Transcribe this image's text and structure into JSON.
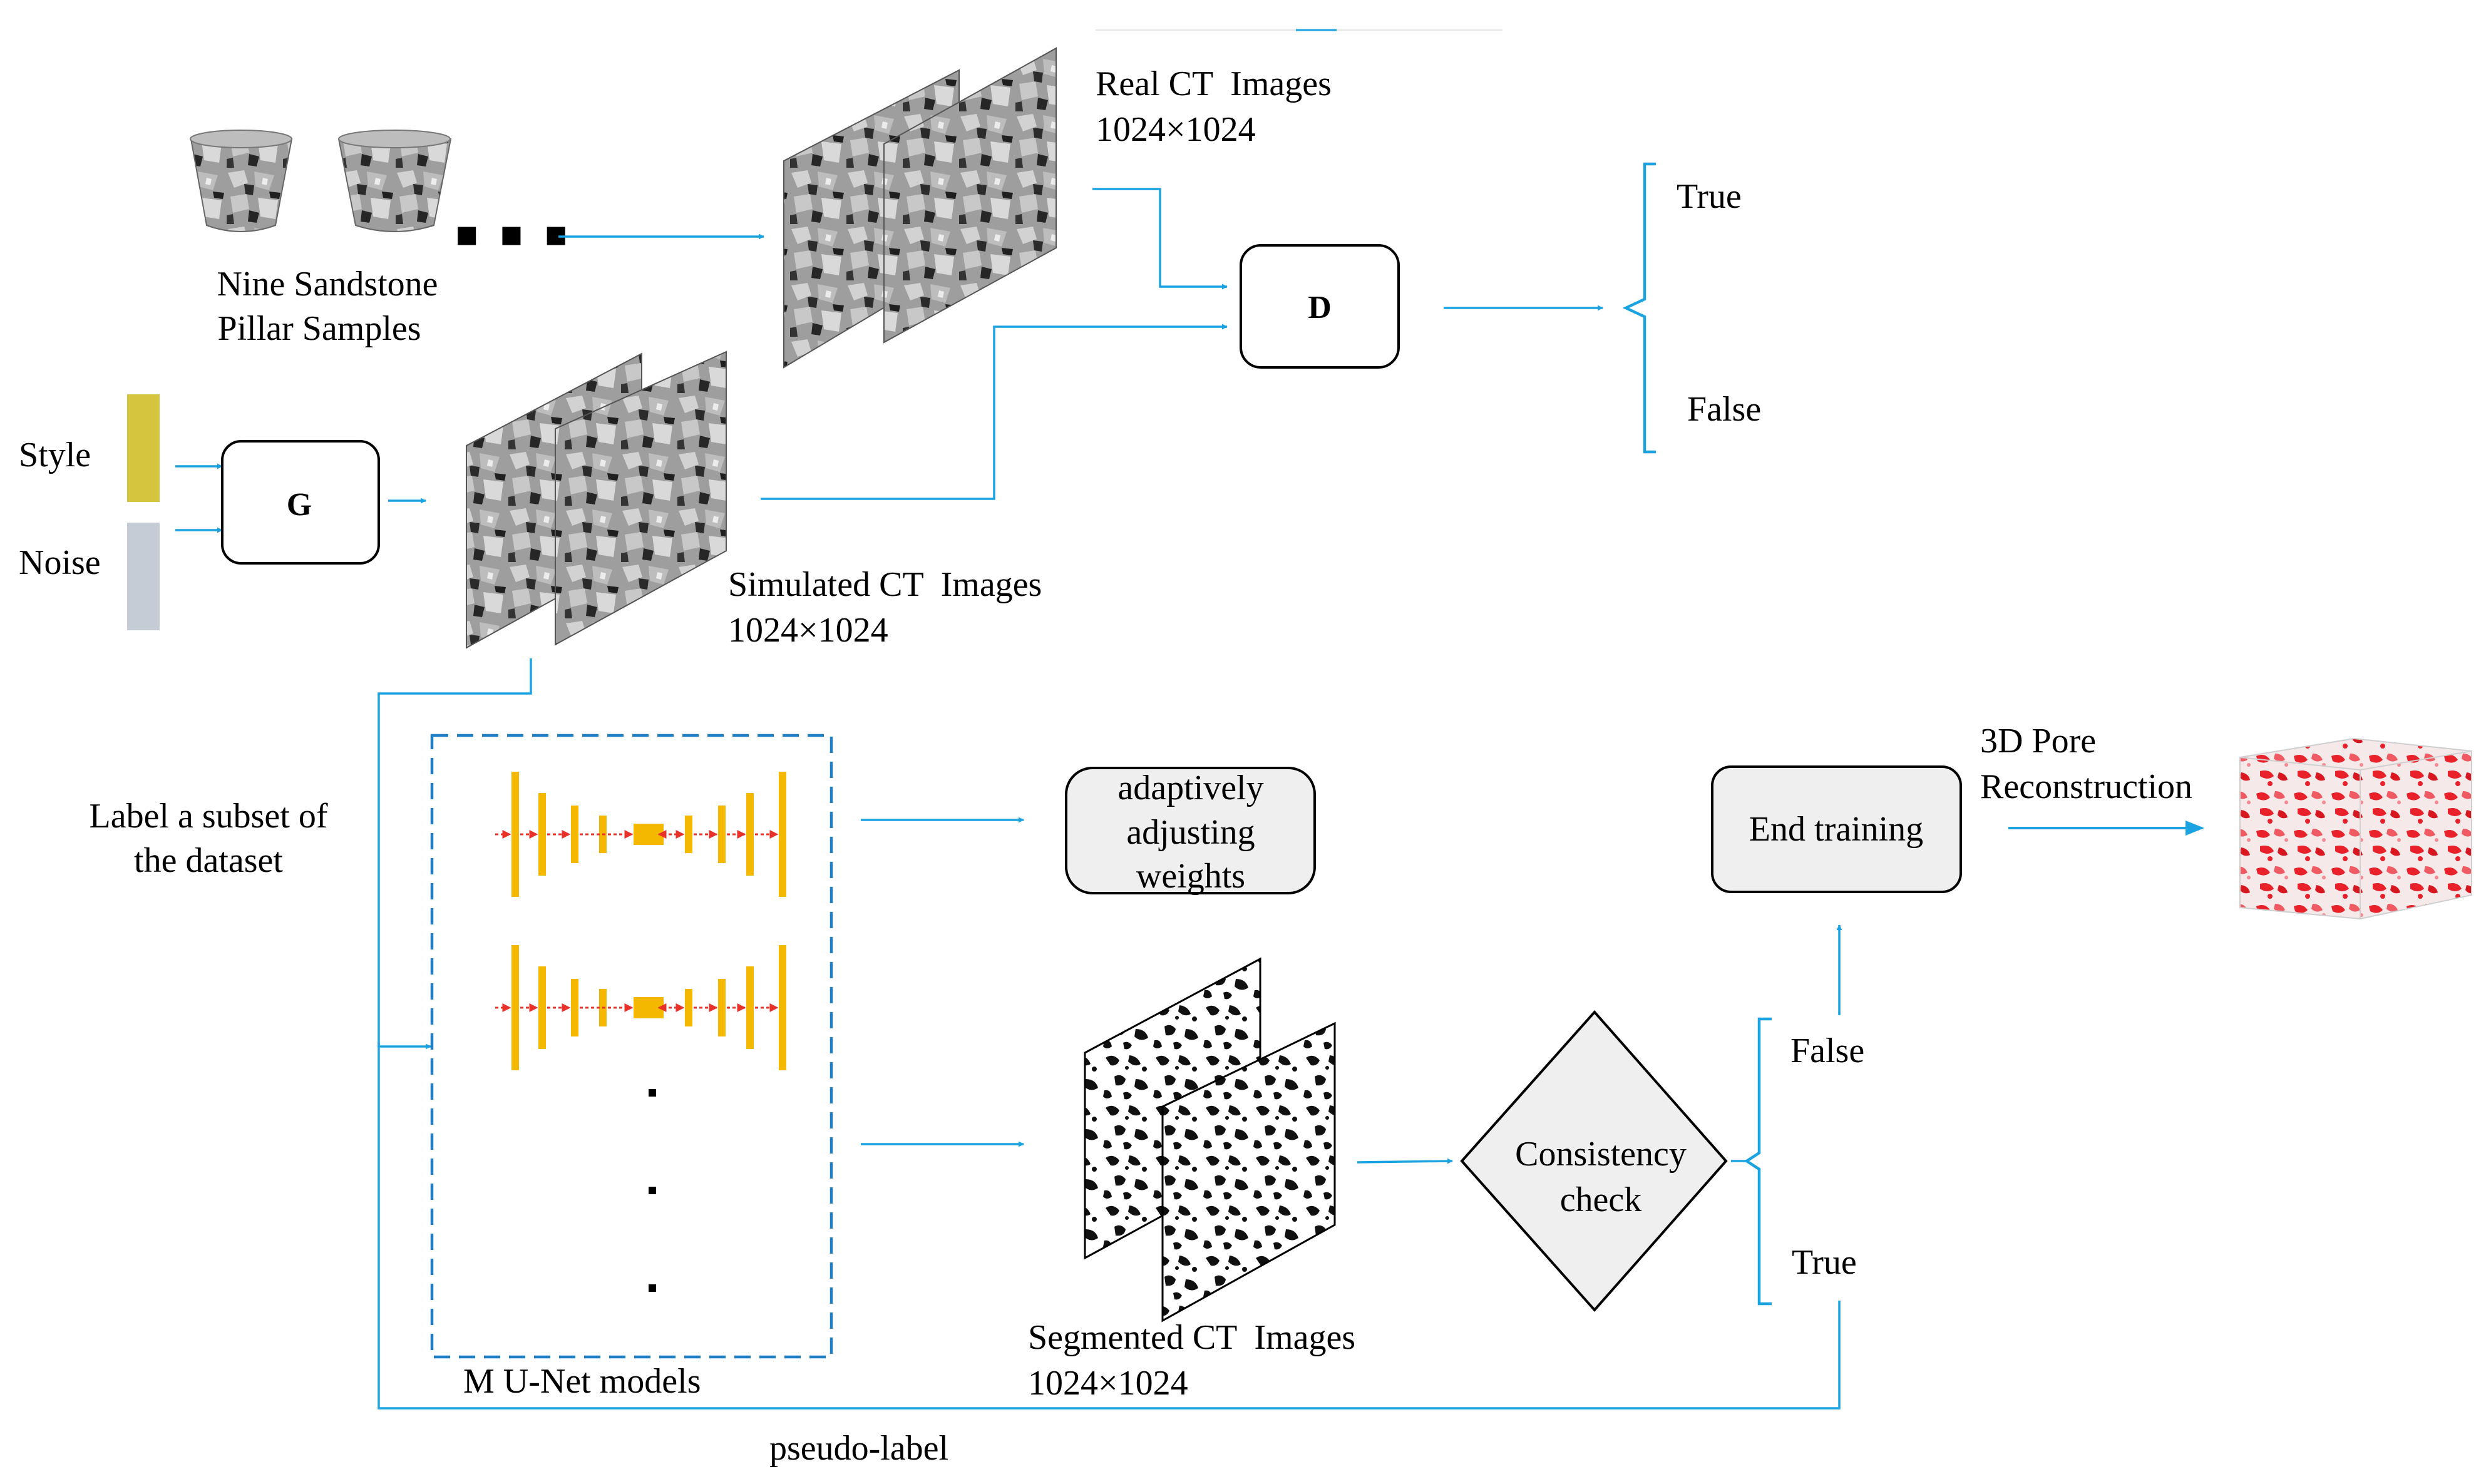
{
  "samples": {
    "label_line1": "Nine Sandstone",
    "label_line2": "Pillar Samples",
    "ellipsis": "■ ■ ■"
  },
  "real_ct": {
    "title": "Real CT  Images",
    "size": "1024×1024"
  },
  "simulated_ct": {
    "title": "Simulated CT  Images",
    "size": "1024×1024"
  },
  "segmented_ct": {
    "title": "Segmented CT  Images",
    "size": "1024×1024"
  },
  "generator": {
    "label": "G"
  },
  "discriminator": {
    "label": "D"
  },
  "inputs": {
    "style": "Style",
    "noise": "Noise"
  },
  "disc_output": {
    "true": "True",
    "false": "False"
  },
  "unet": {
    "label": "M U-Net models"
  },
  "label_subset": {
    "line1": "Label a subset of",
    "line2": "the dataset"
  },
  "weights": {
    "line1": "adaptively",
    "line2": "adjusting",
    "line3": "weights"
  },
  "consistency": {
    "line1": "Consistency",
    "line2": "check"
  },
  "check_output": {
    "false": "False",
    "true": "True"
  },
  "end_training": {
    "label": "End training"
  },
  "reconstruction": {
    "line1": "3D Pore",
    "line2": "Reconstruction"
  },
  "pseudo_label": {
    "label": "pseudo-label"
  },
  "colors": {
    "arrow": "#1aa3e0",
    "dashed_box": "#1f7fc4",
    "unet_bar": "#f5b800",
    "unet_arrow": "#e8312a",
    "style_bar": "#d4c43e",
    "noise_bar": "#c6ccd6",
    "box_fill": "#efefef",
    "pore": "#e8212b"
  }
}
